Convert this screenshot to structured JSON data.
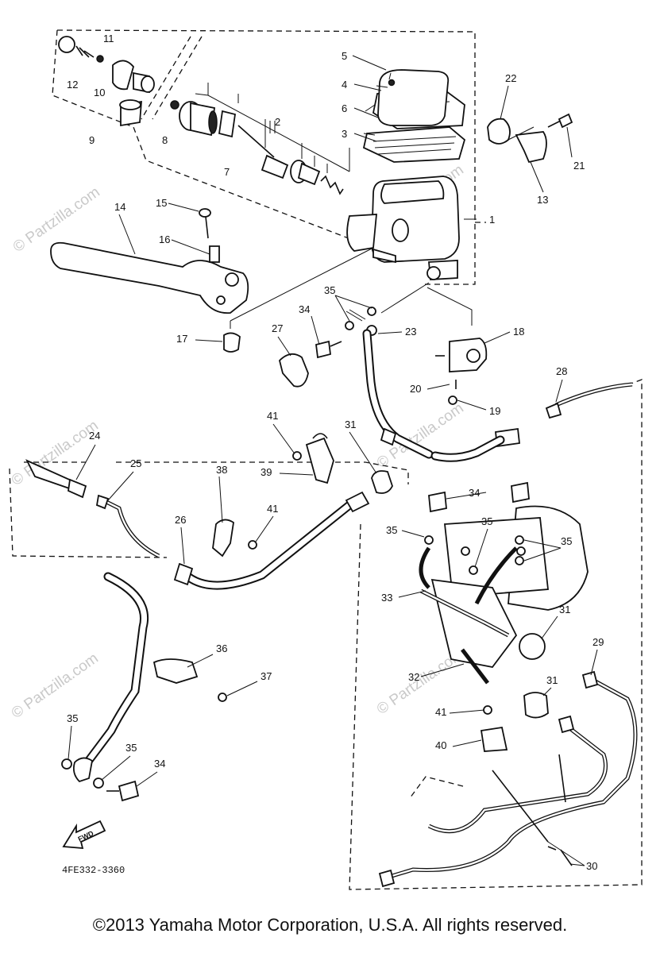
{
  "watermark": "© Partzilla.com",
  "drawing_code": "4FE332-3360",
  "forward_label": "FWD",
  "copyright": "©2013  Yamaha Motor Corporation, U.S.A. All rights reserved.",
  "callouts": {
    "c1": "1",
    "c2": "2",
    "c3": "3",
    "c4": "4",
    "c5": "5",
    "c6": "6",
    "c7": "7",
    "c8": "8",
    "c9": "9",
    "c10": "10",
    "c11": "11",
    "c12": "12",
    "c13": "13",
    "c14": "14",
    "c15": "15",
    "c16": "16",
    "c17": "17",
    "c18": "18",
    "c19": "19",
    "c20": "20",
    "c21": "21",
    "c22": "22",
    "c23": "23",
    "c24": "24",
    "c25": "25",
    "c26": "26",
    "c27": "27",
    "c28": "28",
    "c29": "29",
    "c30": "30",
    "c31a": "31",
    "c31b": "31",
    "c31c": "31",
    "c32": "32",
    "c33": "33",
    "c34a": "34",
    "c34b": "34",
    "c34c": "34",
    "c35a": "35",
    "c35b": "35",
    "c35c": "35",
    "c35d": "35",
    "c35e": "35",
    "c35f": "35",
    "c36": "36",
    "c37": "37",
    "c38": "38",
    "c39": "39",
    "c40": "40",
    "c41a": "41",
    "c41b": "41",
    "c41c": "41"
  }
}
